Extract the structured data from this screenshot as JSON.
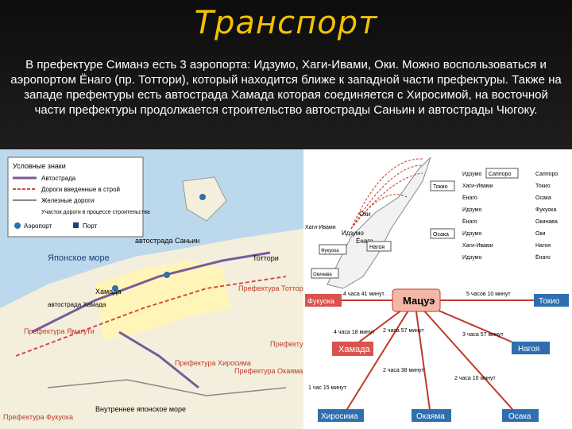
{
  "slide": {
    "title": "Транспорт",
    "paragraph": "В префектуре Симанэ есть 3 аэропорта: Идзумо, Хаги-Ивами, Оки. Можно воспользоваться и аэропортом Ёнаго (пр. Тоттори), который находится ближе к западной части префектуры. Также на западе префектуры есть автострада Хамада которая соединяется с Хиросимой, на восточной части префектуры продолжается строительство автострады Саньин и автострады Чюгоку."
  },
  "map": {
    "legend_title": "Условные знаки",
    "legend_items": [
      "Автострада",
      "Дороги введенные в строй",
      "Железные дороги",
      "Участок дороги в процессе строительства",
      "Аэропорт",
      "Порт"
    ],
    "labels": {
      "sea_japan": "Японское море",
      "sanin_expressway": "автострада Саньин",
      "tottori": "Тоттори",
      "hamada": "Хамада",
      "hamada_expressway": "автострада Хамада",
      "yamaguchi": "Префектура Ямагути",
      "hiroshima_pref": "Префектура Хиросима",
      "okayama_pref": "Префектура Окаяма",
      "tottori_pref": "Префектура Тоттори",
      "hyogo_pref": "Префектура Хёго",
      "inland_sea": "Внутреннее японское море",
      "fukuoka_pref": "Префектура Фукуока"
    }
  },
  "diagram": {
    "top": {
      "cities": [
        "Оки",
        "Идзумо",
        "Хаги-Ивами",
        "Ёнаго"
      ],
      "region_labels": [
        "Токио",
        "Осака",
        "Нагоя",
        "Фукуока",
        "Окинава",
        "Саппоро"
      ],
      "route_labels": [
        "Идзумо",
        "Хаги-Ивами",
        "Ёнаго",
        "Идзумо",
        "Ёнаго",
        "Идзумо",
        "Хаги-Ивами",
        "Идзумо"
      ],
      "route_destinations": [
        "Саппоро",
        "Токио",
        "Осака",
        "Фукуока",
        "Окинава",
        "Оки",
        "Нагоя",
        "Ёнаго"
      ]
    },
    "bottom": {
      "center": "Мацуэ",
      "nodes": {
        "fukuoka": "Фукуока",
        "tokyo": "Токио",
        "hamada": "Хамада",
        "nagoya": "Нагоя",
        "hiroshima": "Хиросима",
        "okayama": "Окаяма",
        "osaka": "Осака"
      },
      "times": [
        "4 часа 41 минут",
        "5 часов 10 минут",
        "4 часа 18 минут",
        "1 час 15 минут",
        "2 часа 57 минут",
        "3 часа 57 минут",
        "2 часа 38 минут",
        "2 часа 10 минут"
      ]
    }
  },
  "colors": {
    "title": "#f2c200",
    "node_red": "#d9534f",
    "node_blue": "#2f6fb0",
    "center_fill": "#f3b7a8"
  }
}
